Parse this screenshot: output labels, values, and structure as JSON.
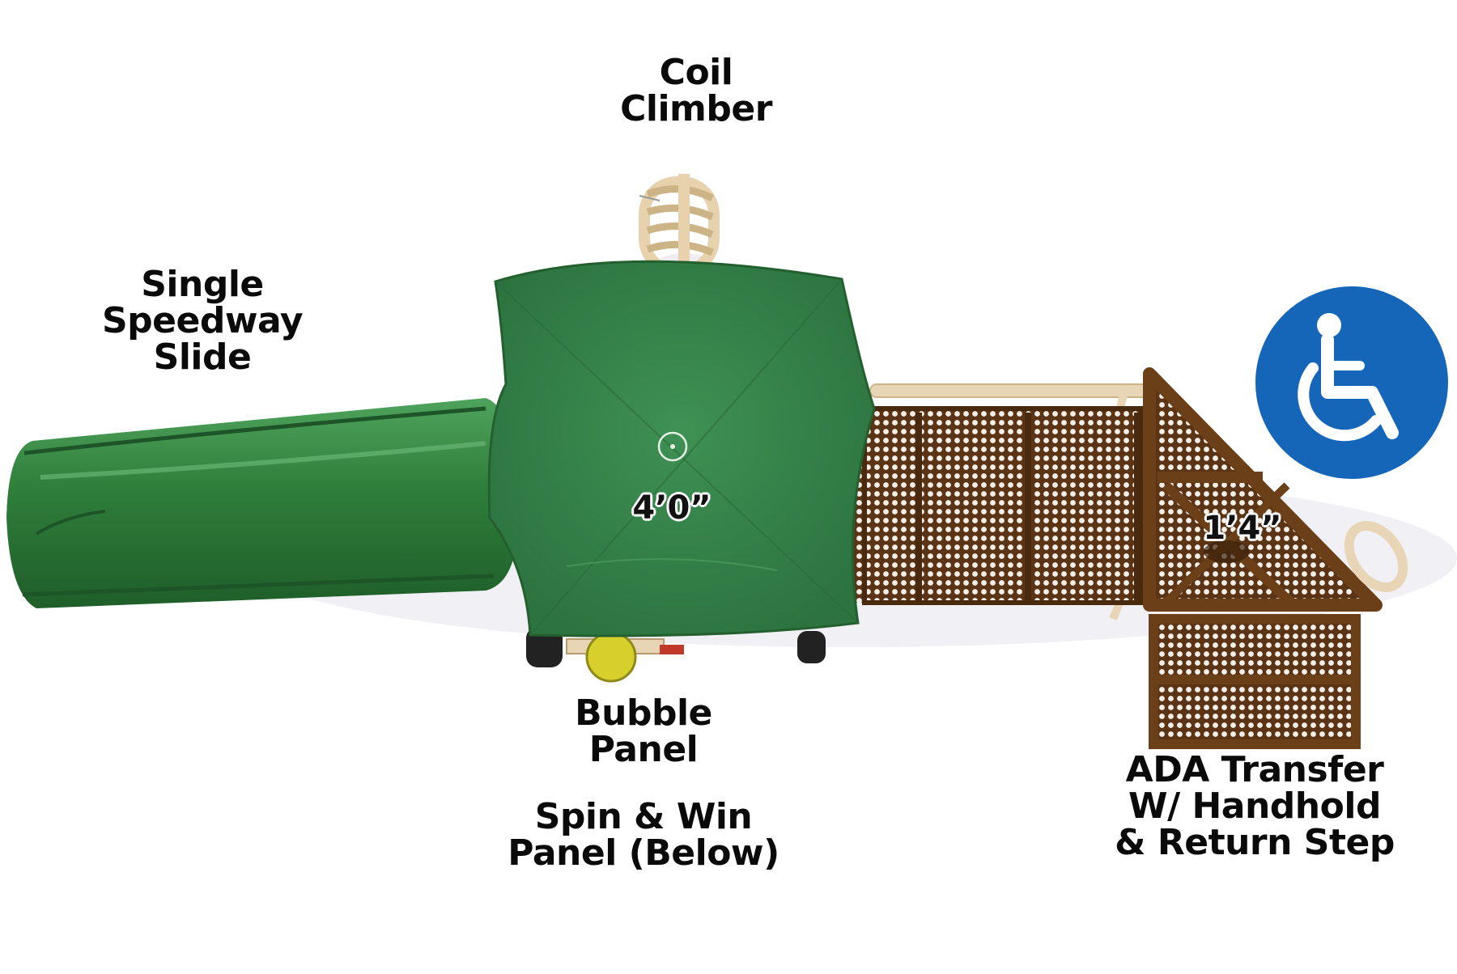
{
  "labels": {
    "coil_climber": "Coil\nClimber",
    "slide": "Single\nSpeedway\nSlide",
    "bubble_panel": "Bubble\nPanel",
    "spin_win": "Spin & Win\nPanel (Below)",
    "ada_transfer": "ADA Transfer\nW/ Handhold\n& Return Step"
  },
  "dimensions": {
    "deck_height": "4’0”",
    "transfer_height": "1’4”"
  },
  "icons": {
    "accessibility": "wheelchair-icon"
  },
  "colors": {
    "slide_green": "#2e7d3a",
    "roof_green": "#3a8a4e",
    "deck_brown": "#6b3f17",
    "rail_tan": "#e8d5b5",
    "ada_blue": "#1565b8"
  }
}
